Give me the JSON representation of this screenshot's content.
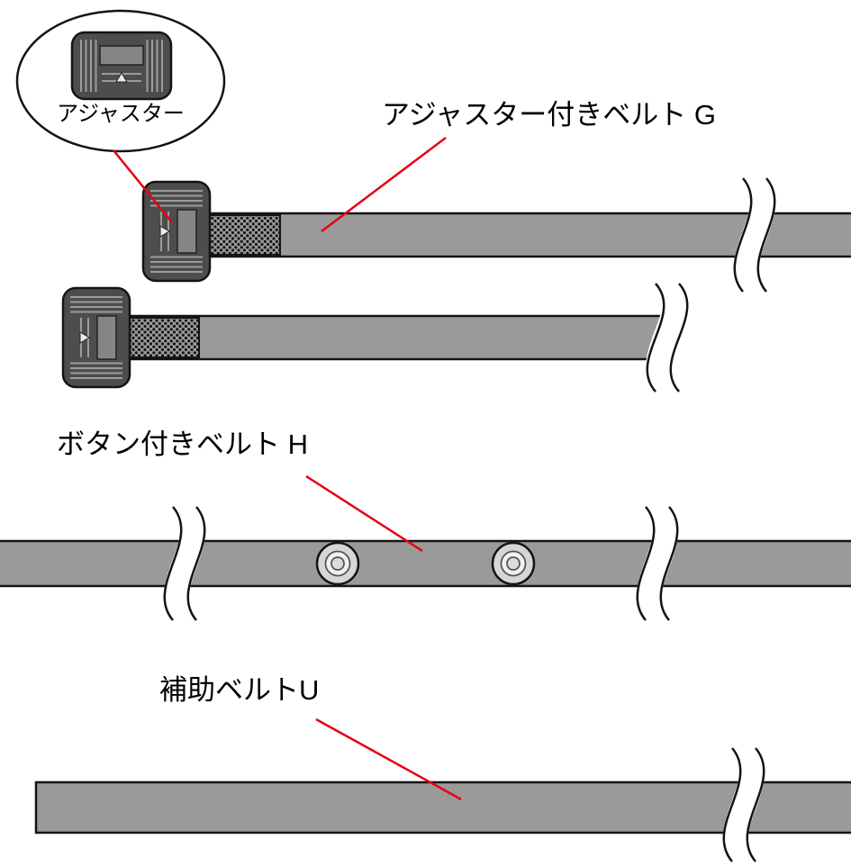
{
  "callout": {
    "label": "アジャスター"
  },
  "belts": [
    {
      "id": "G",
      "label": "アジャスター付きベルト G"
    },
    {
      "id": "H",
      "label": "ボタン付きベルト H"
    },
    {
      "id": "U",
      "label": "補助ベルトU"
    }
  ],
  "colors": {
    "belt-gray": "#9a9a9a",
    "accent-red": "#e60012",
    "line-black": "#141414",
    "buckle-dark": "#4d4d4d",
    "buckle-rib": "#9c9c9c",
    "buckle-slot": "#858585",
    "button-gray": "#d6d6d6"
  }
}
